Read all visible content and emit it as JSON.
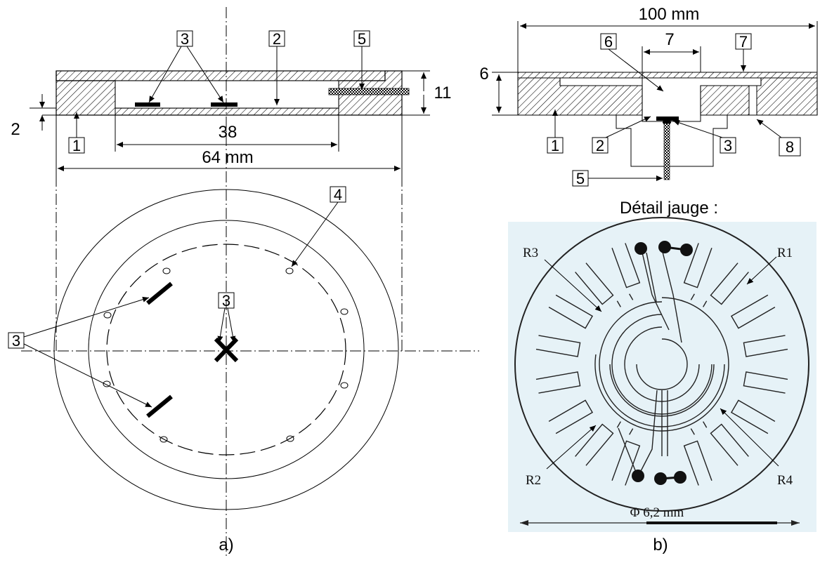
{
  "panel_a": {
    "caption": "a)",
    "part_labels": [
      "3",
      "2",
      "5",
      "1",
      "4",
      "3",
      "3"
    ],
    "dimensions": {
      "height_left": "2",
      "height_right": "11",
      "inner_width": "38",
      "outer_width": "64 mm"
    }
  },
  "panel_b": {
    "caption": "b)",
    "part_labels": [
      "6",
      "7",
      "1",
      "2",
      "3",
      "8",
      "5"
    ],
    "dimensions": {
      "overall_width": "100 mm",
      "recess_width": "7",
      "height": "6"
    },
    "gauge_detail": {
      "title": "Détail jauge :",
      "resistor_labels": [
        "R3",
        "R1",
        "R2",
        "R4"
      ],
      "diameter": "Φ 6,2 mm",
      "background_color": "#e6f2f7"
    }
  }
}
